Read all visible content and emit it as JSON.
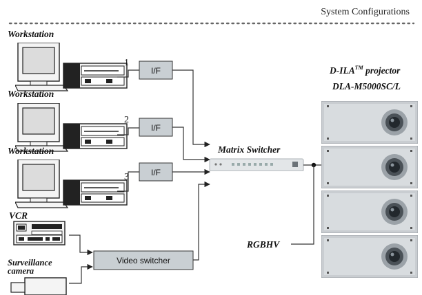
{
  "header": {
    "title": "System Configurations"
  },
  "sources": [
    {
      "label": "Workstation",
      "channel": "1"
    },
    {
      "label": "Workstation",
      "channel": "2"
    },
    {
      "label": "Workstation",
      "channel": "3"
    }
  ],
  "vcr": {
    "label": "VCR"
  },
  "camera": {
    "label_line1": "Surveillance",
    "label_line2": "camera"
  },
  "interface_box": {
    "label": "I/F"
  },
  "video_switcher": {
    "label": "Video switcher"
  },
  "matrix_switcher": {
    "label": "Matrix Switcher"
  },
  "rgbhv": {
    "label": "RGBHV"
  },
  "projector": {
    "label_line1_pre": "D-ILA",
    "label_line1_tm": "TM",
    "label_line1_post": " projector",
    "label_line2": "DLA-M5000SC/L",
    "units": 4
  }
}
